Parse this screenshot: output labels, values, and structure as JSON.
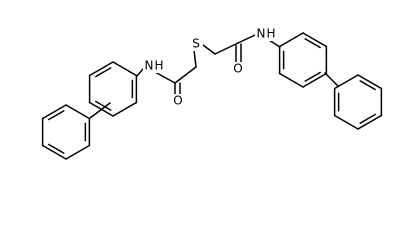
{
  "atoms": {
    "sulfur": "S",
    "left_amide_nitrogen": "N",
    "left_amide_hydrogen": "H",
    "left_carbonyl_oxygen": "O",
    "right_amide_nitrogen": "N",
    "right_amide_hydrogen": "H",
    "right_carbonyl_oxygen": "O"
  },
  "colors": {
    "bond": "#000000",
    "background": "#ffffff",
    "label": "#000000"
  }
}
